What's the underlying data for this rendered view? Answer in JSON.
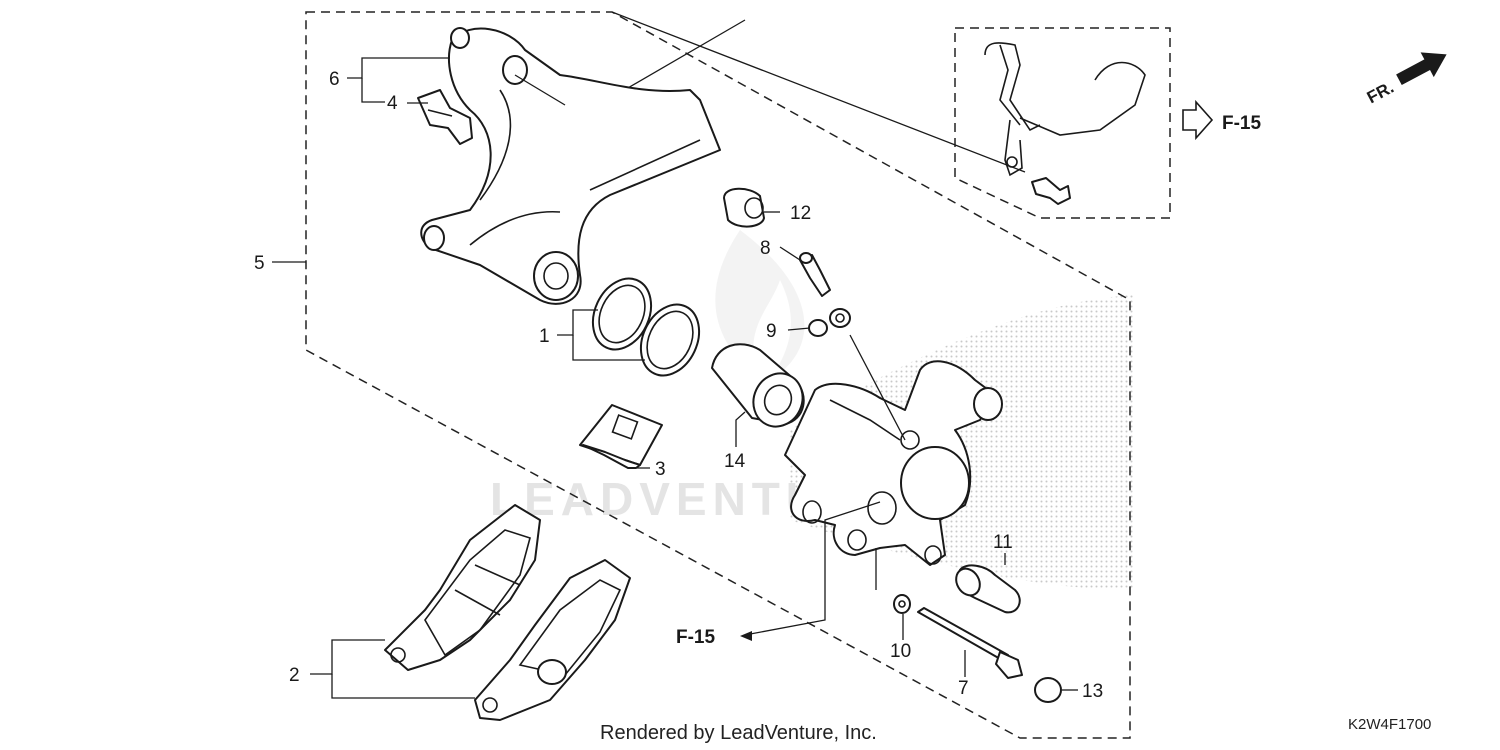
{
  "diagram": {
    "watermark": "LEADVENTURE",
    "credit": "Rendered by LeadVenture, Inc.",
    "diagram_code": "K2W4F1700",
    "direction_label": "FR.",
    "references": [
      {
        "id": "ref-top",
        "text": "F-15"
      },
      {
        "id": "ref-bottom",
        "text": "F-15"
      }
    ],
    "callouts": [
      {
        "id": "1",
        "text": "1"
      },
      {
        "id": "2",
        "text": "2"
      },
      {
        "id": "3",
        "text": "3"
      },
      {
        "id": "4",
        "text": "4"
      },
      {
        "id": "5",
        "text": "5"
      },
      {
        "id": "6",
        "text": "6"
      },
      {
        "id": "7",
        "text": "7"
      },
      {
        "id": "8",
        "text": "8"
      },
      {
        "id": "9",
        "text": "9"
      },
      {
        "id": "10",
        "text": "10"
      },
      {
        "id": "11",
        "text": "11"
      },
      {
        "id": "12",
        "text": "12"
      },
      {
        "id": "13",
        "text": "13"
      },
      {
        "id": "14",
        "text": "14"
      }
    ]
  }
}
